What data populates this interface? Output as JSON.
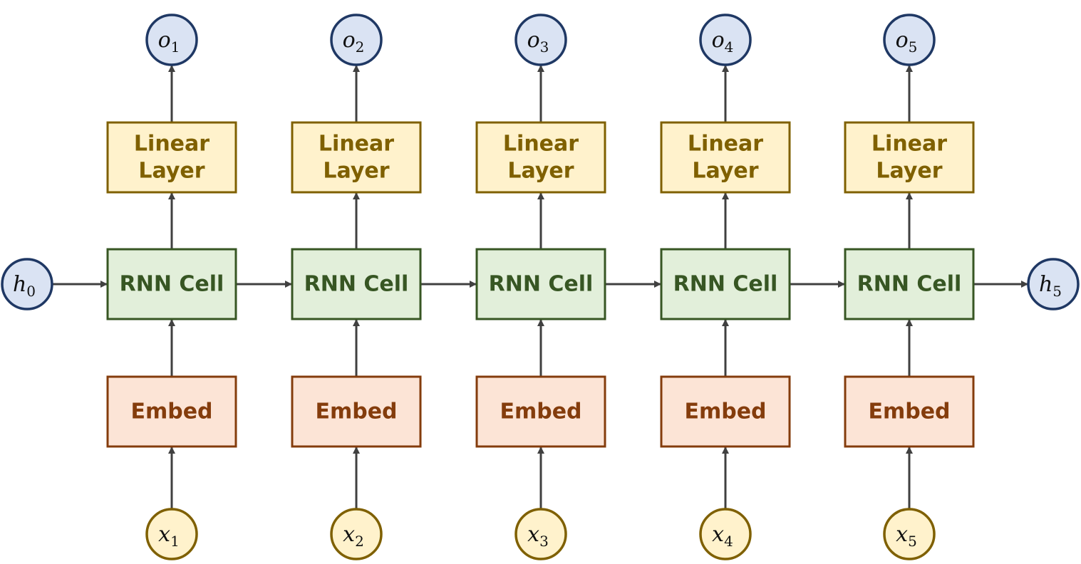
{
  "colors": {
    "arrow": "#404040",
    "linear_fill": "#fff2cc",
    "linear_stroke": "#7f6000",
    "linear_text": "#7f6000",
    "rnn_fill": "#e2efda",
    "rnn_stroke": "#375623",
    "rnn_text": "#375623",
    "embed_fill": "#fce4d6",
    "embed_stroke": "#843c0c",
    "embed_text": "#843c0c",
    "output_fill": "#dae3f3",
    "output_stroke": "#1f3864",
    "input_fill": "#fff2cc",
    "input_stroke": "#7f6000"
  },
  "hidden_in": {
    "symbol": "h",
    "sub": "0"
  },
  "hidden_out": {
    "symbol": "h",
    "sub": "5"
  },
  "labels": {
    "linear_line1": "Linear",
    "linear_line2": "Layer",
    "rnn": "RNN Cell",
    "embed": "Embed"
  },
  "steps": [
    {
      "output": {
        "symbol": "o",
        "sub": "1"
      },
      "input": {
        "symbol": "x",
        "sub": "1"
      }
    },
    {
      "output": {
        "symbol": "o",
        "sub": "2"
      },
      "input": {
        "symbol": "x",
        "sub": "2"
      }
    },
    {
      "output": {
        "symbol": "o",
        "sub": "3"
      },
      "input": {
        "symbol": "x",
        "sub": "3"
      }
    },
    {
      "output": {
        "symbol": "o",
        "sub": "4"
      },
      "input": {
        "symbol": "x",
        "sub": "4"
      }
    },
    {
      "output": {
        "symbol": "o",
        "sub": "5"
      },
      "input": {
        "symbol": "x",
        "sub": "5"
      }
    }
  ]
}
